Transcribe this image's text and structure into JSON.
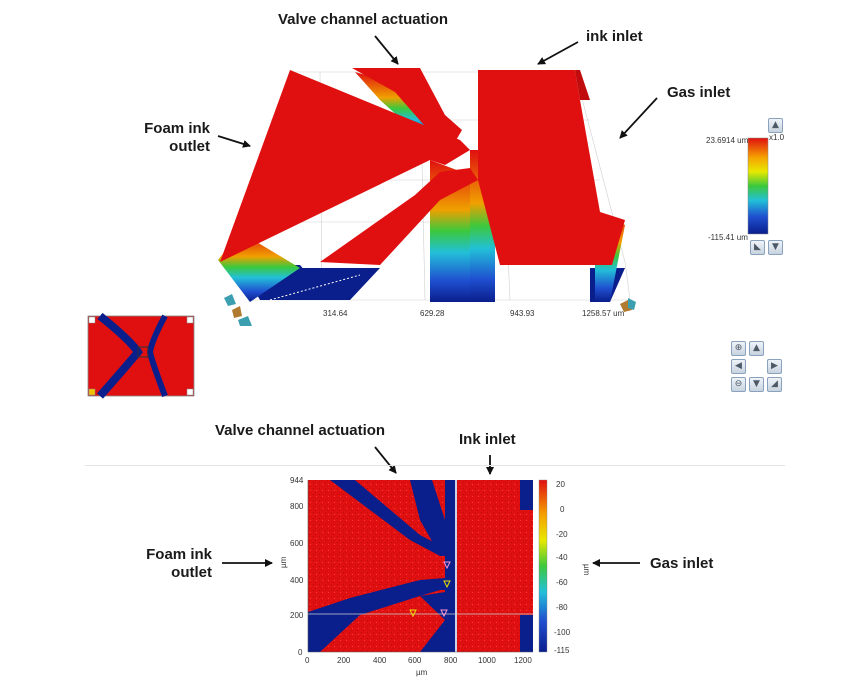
{
  "top_view": {
    "labels": {
      "valve": "Valve channel actuation",
      "ink_inlet": "ink inlet",
      "gas_inlet": "Gas inlet",
      "foam_outlet_l1": "Foam ink",
      "foam_outlet_l2": "outlet"
    },
    "x_ticks": [
      "314.64",
      "629.28",
      "943.93",
      "1258.57 um"
    ],
    "colorbar": {
      "max_label": "23.6914 um",
      "min_label": "-115.41 um",
      "scale_label": "x1.0"
    }
  },
  "bottom_view": {
    "labels": {
      "valve": "Valve channel actuation",
      "ink_inlet": "Ink inlet",
      "gas_inlet": "Gas inlet",
      "foam_outlet_l1": "Foam ink",
      "foam_outlet_l2": "outlet"
    },
    "x_ticks": [
      "0",
      "200",
      "400",
      "600",
      "800",
      "1000",
      "1200"
    ],
    "y_ticks": [
      "944",
      "800",
      "600",
      "400",
      "200",
      "0"
    ],
    "x_unit": "µm",
    "y_unit": "µm",
    "colorbar_ticks": [
      "20",
      "0",
      "-20",
      "-40",
      "-60",
      "-80",
      "-100",
      "-115"
    ],
    "colorbar_unit": "µm"
  },
  "colors": {
    "red": "#e01010",
    "blue": "#0a1e8c",
    "arrow": "#111111"
  },
  "icons": [
    "up-arrow-icon",
    "down-arrow-icon",
    "left-arrow-icon",
    "right-arrow-icon",
    "zoom-in-icon",
    "zoom-out-icon",
    "rotate-icon"
  ]
}
